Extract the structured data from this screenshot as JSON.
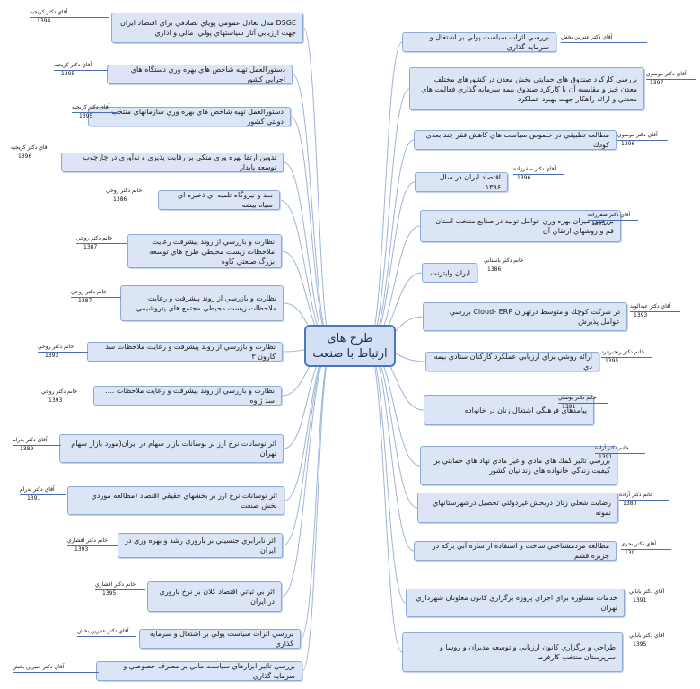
{
  "center": {
    "title_line1": "طرح های",
    "title_line2": "ارتباط با صنعت"
  },
  "left_items": [
    {
      "text": "DSGE مدل تعادل عمومي پوياي تصادفي براي اقتصاد ايران جهت ارزيابي آثار سياستهاي پولي، مالي و اداري",
      "author": "آقاي دكتر كريجيه",
      "year": "1394"
    },
    {
      "text": "دستورالعمل تهيه شاخص هاي بهره وري دستگاه هاي اجرايي كشور",
      "author": "آقاي دكتر كريجيه",
      "year": "1395"
    },
    {
      "text": "دستورالعمل تهيه شاخص هاي بهره وري سازمانهاي منتخب دولتي كشور",
      "author": "آقاي دكتر كريجيه",
      "year": "1395"
    },
    {
      "text": "تدوين ارتقا بهره وري متكي بر رقابت پذيري و نوآوري در چارچوب توسعه پايدار",
      "author": "آقاي دكتر كريجيه",
      "year": "1396"
    },
    {
      "text": "سد و نيروگاه تلمبه اي ذخيره اي سياه بيشه",
      "author": "خانم دكتر روحي",
      "year": "1386"
    },
    {
      "text": "نظارت و بازرسي از روند پيشرفت رعايت ملاحظات زيست محيطي طرح هاي توسعه بزرگ صنعتي كاوه",
      "author": "خانم دكتر روحي",
      "year": "1387"
    },
    {
      "text": "نظارت و بازرسي از روند پيشرفت و رعايت ملاحظات زيست محيطي مجتمع هاي پتروشيمي",
      "author": "خانم دكتر روحي",
      "year": "1387"
    },
    {
      "text": "نظارت و بازرسي از روند پيشرفت و رعايت ملاحظات سد كارون ۳",
      "author": "خانم دكتر روحي",
      "year": "1393"
    },
    {
      "text": "نظارت و بازرسي از روند پيشرفت و رعايت ملاحظات .... سد ژاوه",
      "author": "خانم دكتر روحي",
      "year": "1393"
    },
    {
      "text": "اثر نوسانات نرخ ارز بر نوسانات بازار سهام در ايران(مورد بازار سهام تهران",
      "author": "آقاي دكتر بدرام",
      "year": "1389"
    },
    {
      "text": "اثر نوسانات نرخ ارز بر بخشهاي حقيقي اقتصاد (مطالعه موردي بخش صنعت",
      "author": "آقاي دكتر بدرام",
      "year": "1391"
    },
    {
      "text": "اثر نابرابري جنسيتي بر باروري رشد و بهره وري در ايران",
      "author": "خانم دكتر افشاري",
      "year": "1393"
    },
    {
      "text": "اثر بي ثباتي اقتصاد كلان بر نرخ باروري در ايران",
      "author": "خانم دكتر افشاري",
      "year": "1395"
    },
    {
      "text": "بررسي اثرات سياست پولي بر اشتغال و سرمايه گذاري",
      "author": "آقاي دكتر عنبرين بخش",
      "year": ""
    },
    {
      "text": "بررسي تاثير ابزارهاي سياست مالي بر مصرف خصوصي و سرمايه گذاري",
      "author": "آقاي دكتر عنبرين بخش",
      "year": ""
    }
  ],
  "right_items": [
    {
      "text": "بررسي اثرات سياست پولي بر اشتغال و سرمايه گذاري",
      "author": "آقاي دكتر عنبرين بخش",
      "year": ""
    },
    {
      "text": "بررسي كاركرد صندوق هاي حمايتي بخش معدن در كشورهاي مختلف معدن خيز و مقايسه آن با كاركرد صندوق بيمه سرمايه گذاري فعاليت هاي معدني و ارائه راهكار جهت بهبود عملكرد",
      "author": "آقاي دكتر موسوي",
      "year": "1397"
    },
    {
      "text": "مطالعه تطبيقي در خصوص سياست هاي كاهش فقر چند بعدي كودك",
      "author": "آقاي دكتر موسوي",
      "year": "1396"
    },
    {
      "text": "اقتصاد ايران در سال ۱۳۹۶",
      "author": "آقاي دكتر صفرزاده",
      "year": "1396"
    },
    {
      "text": "بررسي ميزان بهره وري عوامل توليد در صنايع منتخب استان قم و روشهاي ارتقاي آن",
      "author": "آقاي دكتر صفرزاده",
      "year": "1395"
    },
    {
      "text": "ايران وايترنت",
      "author": "خانم دكتر باستاني",
      "year": "1386"
    },
    {
      "text": "در شركت كوچك و متوسط درتهران Cloud- ERP بررسي عوامل پذيرش",
      "author": "آقاي دكتر عبدالوند",
      "year": "1393"
    },
    {
      "text": "ارائه روشي براي ارزيابي عملكرد كاركنان ستادي بيمه دي",
      "author": "خانم دكتر رنجبرفرد",
      "year": "1395"
    },
    {
      "text": "پيامدهاي فرهنگي اشتغال زنان در خانواده",
      "author": "خانم دكتر توسلي",
      "year": "1391"
    },
    {
      "text": "بررسي تاثير كمك هاي مادي و غير مادي نهاد هاي حمايتي بر كيفيت زندگي خانواده هاي زندانيان كشور",
      "author": "خانم دكتر آزاده",
      "year": "1391"
    },
    {
      "text": "رضايت شغلي زنان دربخش غيردولتي تحصيل درشهرستانهاي نمونه",
      "author": "خانم دكتر آزاده",
      "year": "1380"
    },
    {
      "text": "مطالعه مردمشناختي ساخت و استفاده از سازه آبي بركه در جزيره قشم",
      "author": "آقاي دكتر بحرى",
      "year": "139"
    },
    {
      "text": "خدمات مشاوره براي اجراي پروژه برگزاري كانون معاونان شهرداري تهران",
      "author": "آقاي دكتر بابايي",
      "year": "1391"
    },
    {
      "text": "طراحي و برگزاري كانون ارزيابي و توسعه مديران و روسا و سرپرستان منتخب كارفرما",
      "author": "آقاي دكتر بابايي",
      "year": "1395"
    }
  ],
  "colors": {
    "topic_fill": "#dbe5f5",
    "topic_border": "#8eaad6",
    "center_border": "#4a78bf",
    "link": "#9db4d6",
    "underline": "#4a6fb0"
  }
}
